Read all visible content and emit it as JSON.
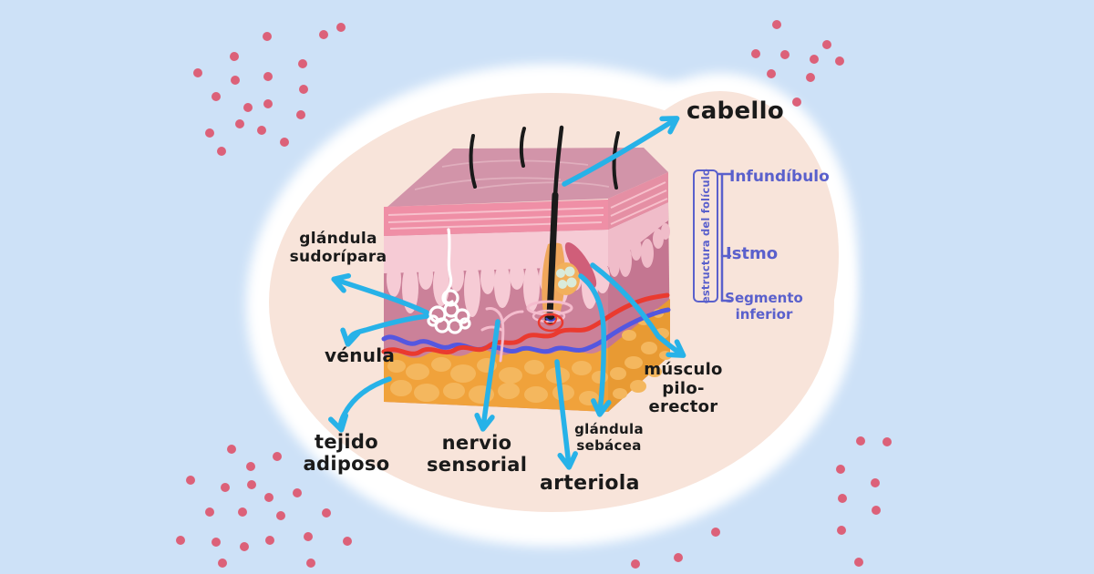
{
  "labels": {
    "cabello": "cabello",
    "glandula_sudoripara": "glándula\nsudorípara",
    "venula": "vénula",
    "tejido_adiposo": "tejido\nadiposo",
    "nervio_sensorial": "nervio\nsensorial",
    "arteriola": "arteriola",
    "glandula_sebacea": "glándula\nsebácea",
    "musculo_piloerector": "músculo\npilo-erector"
  },
  "folliculo": {
    "bracket_label": "estructura del folículo",
    "sections": [
      {
        "label": "Infundíbulo"
      },
      {
        "label": "Istmo"
      },
      {
        "label": "Segmento inferior"
      }
    ]
  },
  "colors": {
    "background_blue": "#cde1f7",
    "blob_cream": "#f8e4da",
    "blob_white": "#ffffff",
    "dot_pink": "#dc6179",
    "arrow_cyan": "#27b2e8",
    "label_black": "#1a1a1a",
    "label_purple": "#5a60cc",
    "skin_top_face": "#d294a9",
    "skin_band": "#ef8fa6",
    "epidermis_pale": "#f6cbd5",
    "dermis_mauve": "#cb8199",
    "hypodermis_orange": "#f0a23b",
    "fat_lobule": "#f4b75e",
    "hair_black": "#1a1a1a",
    "follicle_tan": "#efa75c",
    "sebaceous_mint": "#d9ebdb",
    "muscle_rose": "#d05e79",
    "artery_red": "#ea3a2f",
    "vein_blue": "#5457e0",
    "nerve_pink": "#f4bccd",
    "sweat_gland_white": "#ffffff"
  }
}
